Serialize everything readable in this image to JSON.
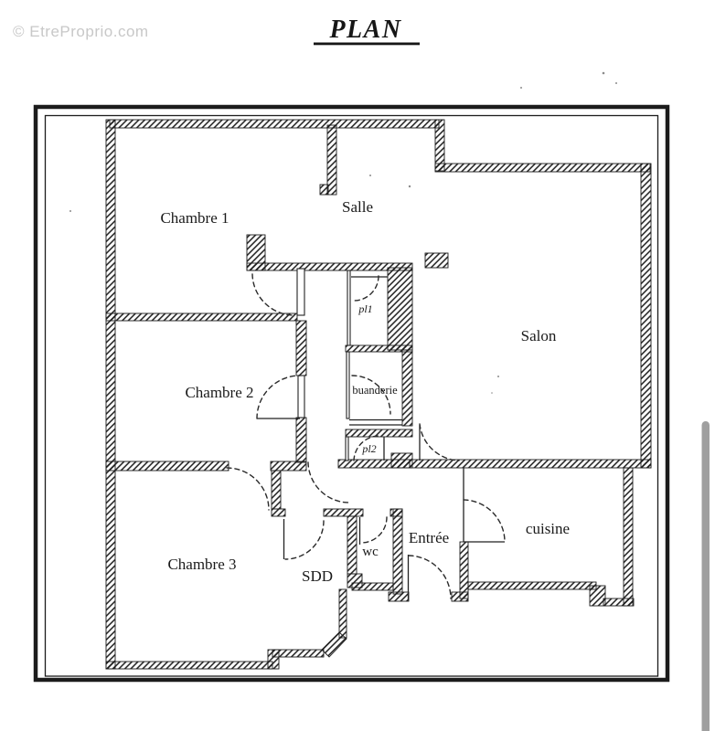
{
  "watermark": "© EtreProprio.com",
  "title": "PLAN",
  "rooms": {
    "chambre1": "Chambre 1",
    "salle": "Salle",
    "salon": "Salon",
    "chambre2": "Chambre 2",
    "pl1": "pl1",
    "buanderie": "buanderie",
    "pl2": "pl2",
    "chambre3": "Chambre 3",
    "sdd": "SDD",
    "wc": "wc",
    "entree": "Entrée",
    "cuisine": "cuisine"
  },
  "colors": {
    "wall": "#1c1c1c",
    "watermark": "#c8c8c8",
    "scrollbar": "#9f9f9f",
    "background": "#ffffff"
  }
}
